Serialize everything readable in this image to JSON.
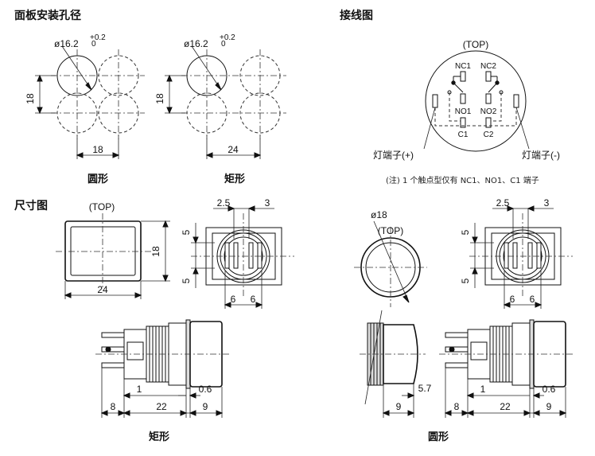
{
  "headings": {
    "panel_cutout": "面板安装孔径",
    "wiring": "接线图",
    "dimensions": "尺寸图"
  },
  "cutout_round": {
    "diameter": "ø16.2",
    "tol_plus": "+0.2",
    "tol_zero": "0",
    "height": "18",
    "pitch": "18",
    "caption": "圆形"
  },
  "cutout_rect": {
    "diameter": "ø16.2",
    "tol_plus": "+0.2",
    "tol_zero": "0",
    "height": "18",
    "pitch": "24",
    "caption": "矩形"
  },
  "wiring": {
    "top_label": "(TOP)",
    "nc1": "NC1",
    "nc2": "NC2",
    "no1": "NO1",
    "no2": "NO2",
    "c1": "C1",
    "c2": "C2",
    "lamp_plus": "灯端子(+)",
    "lamp_minus": "灯端子(-)",
    "note": "(注) 1 个触点型仅有 NC1、NO1、C1 端子"
  },
  "rect_front": {
    "top_label": "(TOP)",
    "width": "24",
    "height": "18"
  },
  "rect_back": {
    "left_offset": "2.5",
    "right_offset": "3",
    "upper": "5",
    "lower": "5",
    "pitch_left": "6",
    "pitch_right": "6"
  },
  "round_front": {
    "diameter": "ø18",
    "top_label": "(TOP)"
  },
  "round_back": {
    "left_offset": "2.5",
    "right_offset": "3",
    "upper": "5",
    "lower": "5",
    "pitch_left": "6",
    "pitch_right": "6"
  },
  "rect_side": {
    "terminal": "1",
    "panel": "0.6",
    "tail": "8",
    "body": "22",
    "head": "9",
    "caption": "矩形"
  },
  "round_side": {
    "head_offset": "5.7",
    "head": "9"
  },
  "round_side2": {
    "terminal": "1",
    "panel": "0.6",
    "tail": "8",
    "body": "22",
    "head": "9",
    "caption": "圆形"
  }
}
